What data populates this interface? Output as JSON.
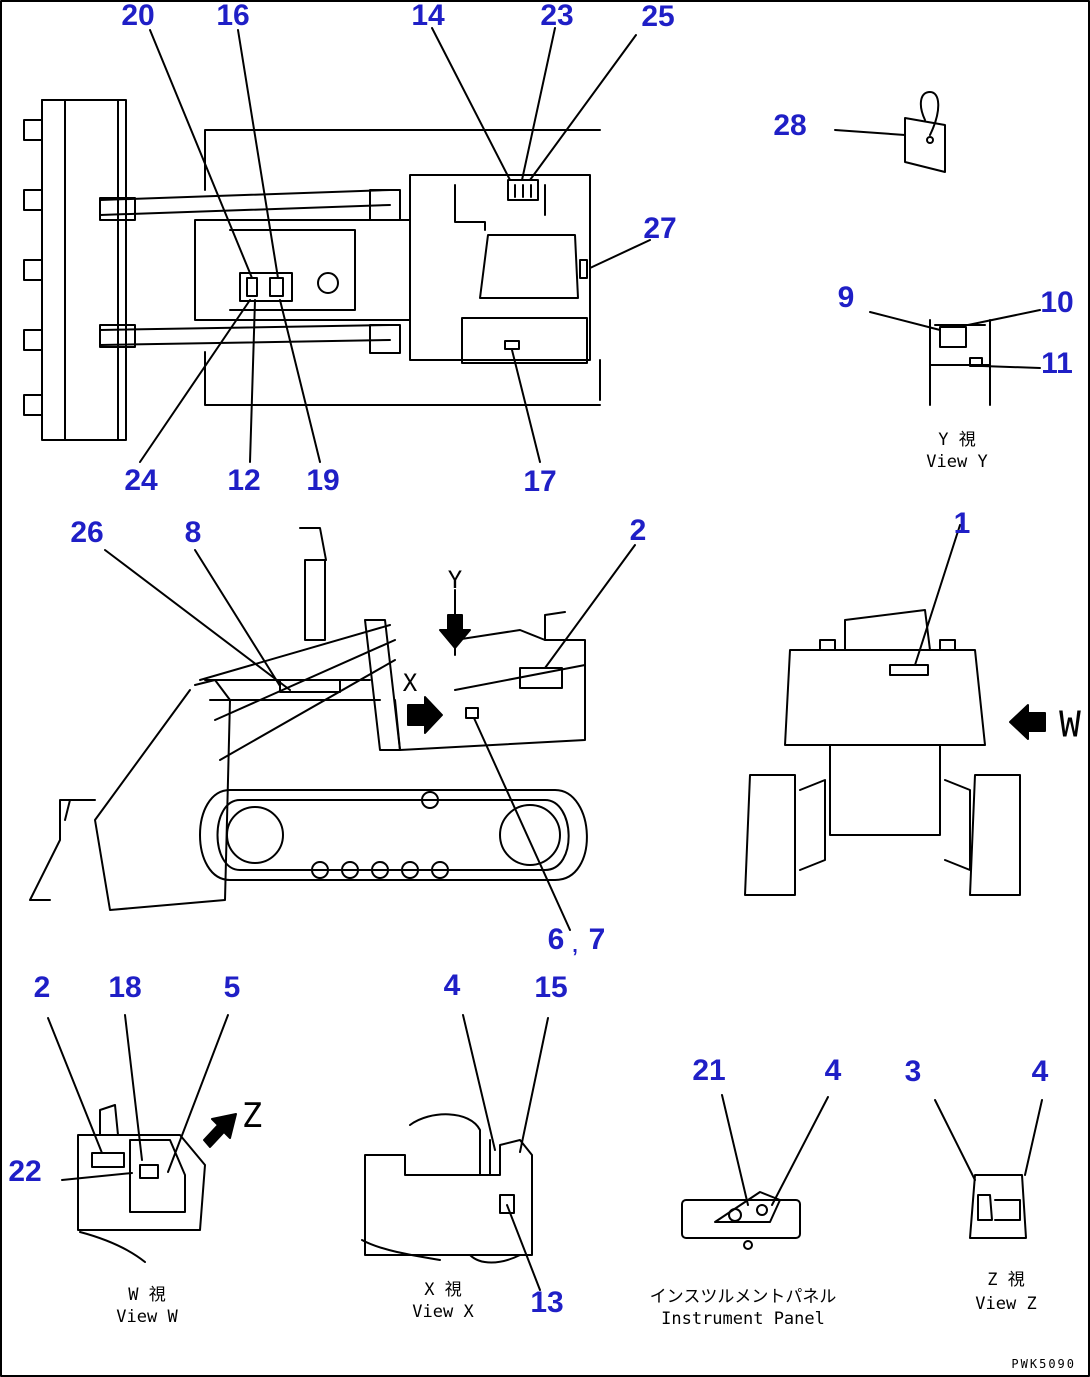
{
  "diagram": {
    "code": "PWK5090",
    "colors": {
      "callout": "#1f1fc6",
      "line": "#000000"
    },
    "top_view": {
      "callouts": [
        "20",
        "16",
        "14",
        "23",
        "25",
        "27",
        "24",
        "12",
        "19",
        "17"
      ]
    },
    "tag_view": {
      "callouts": [
        "28"
      ]
    },
    "view_y": {
      "callouts": [
        "9",
        "10",
        "11"
      ],
      "caption_jp": "Y 視",
      "caption_en": "View Y"
    },
    "side_view": {
      "callouts": [
        "26",
        "8",
        "2",
        "6",
        "7"
      ],
      "separator": ",",
      "arrow_y": "Y",
      "arrow_x": "X"
    },
    "rear_view": {
      "callouts": [
        "1"
      ],
      "arrow_w": "W"
    },
    "view_w": {
      "callouts": [
        "2",
        "18",
        "5",
        "22"
      ],
      "caption_jp": "W 視",
      "caption_en": "View W",
      "arrow_z": "Z"
    },
    "view_x": {
      "callouts": [
        "4",
        "15",
        "13"
      ],
      "caption_jp": "X 視",
      "caption_en": "View X"
    },
    "instrument_panel": {
      "callouts": [
        "21",
        "4"
      ],
      "caption_jp": "インスツルメントパネル",
      "caption_en": "Instrument Panel"
    },
    "view_z": {
      "callouts": [
        "3",
        "4"
      ],
      "caption_jp": "Z 視",
      "caption_en": "View Z"
    }
  }
}
